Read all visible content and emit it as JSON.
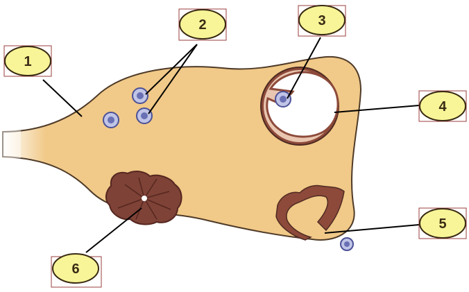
{
  "diagram": {
    "callouts": [
      {
        "id": "1",
        "label": "1"
      },
      {
        "id": "2",
        "label": "2"
      },
      {
        "id": "3",
        "label": "3"
      },
      {
        "id": "4",
        "label": "4"
      },
      {
        "id": "5",
        "label": "5"
      },
      {
        "id": "6",
        "label": "6"
      }
    ],
    "colors": {
      "ovary_fill": "#f1c988",
      "ovary_outline": "#4e3a28",
      "follicle_wall": "#8d4a3a",
      "follicle_wall_light": "#e9c6b0",
      "oocyte": "#6a70b4",
      "oocyte_ring": "#c0c4e6",
      "corpus": "#7e4237",
      "corpus_dark": "#55271f",
      "callout_fill": "#f7f597",
      "callout_stroke": "#3a2a14",
      "callout_box": "#9b3c3c",
      "leader_line": "#000000"
    }
  }
}
